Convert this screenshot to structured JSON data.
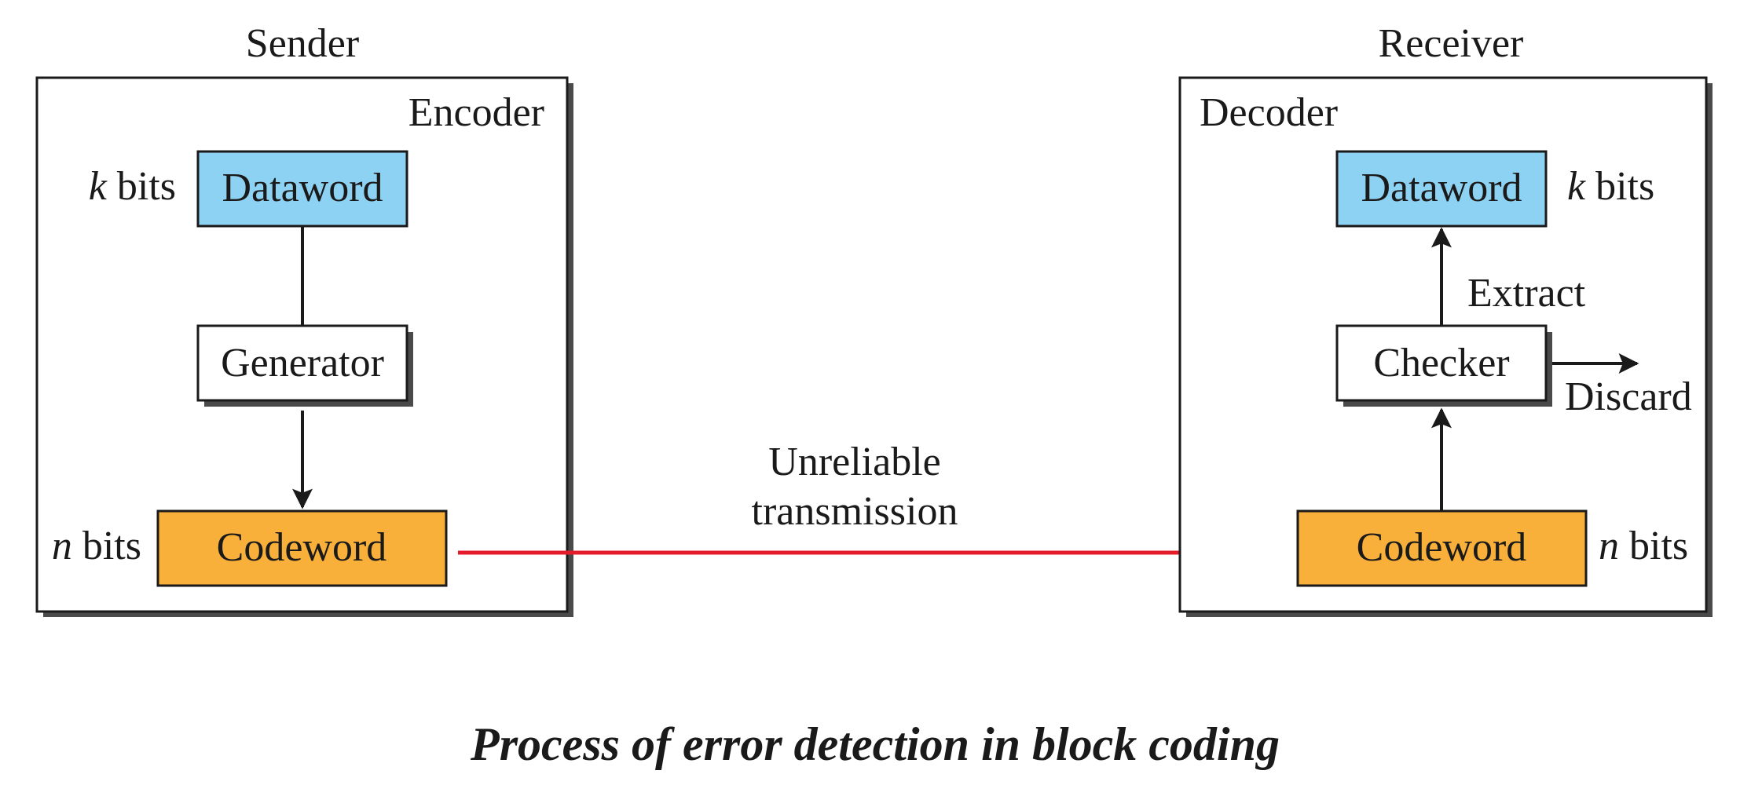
{
  "sender": {
    "heading": "Sender",
    "box_label": "Encoder",
    "dataword": "Dataword",
    "generator": "Generator",
    "codeword": "Codeword",
    "k_var": "k",
    "n_var": "n",
    "bits_unit": "bits"
  },
  "receiver": {
    "heading": "Receiver",
    "box_label": "Decoder",
    "dataword": "Dataword",
    "checker": "Checker",
    "codeword": "Codeword",
    "extract": "Extract",
    "discard": "Discard",
    "k_var": "k",
    "n_var": "n",
    "bits_unit": "bits"
  },
  "channel": {
    "line1": "Unreliable",
    "line2": "transmission"
  },
  "caption": "Process of error detection in block coding",
  "colors": {
    "dataword_fill": "#8ed2f3",
    "codeword_fill": "#f9b03a",
    "transmission_arrow": "#e31b2a",
    "shadow": "#4a4a4a"
  }
}
